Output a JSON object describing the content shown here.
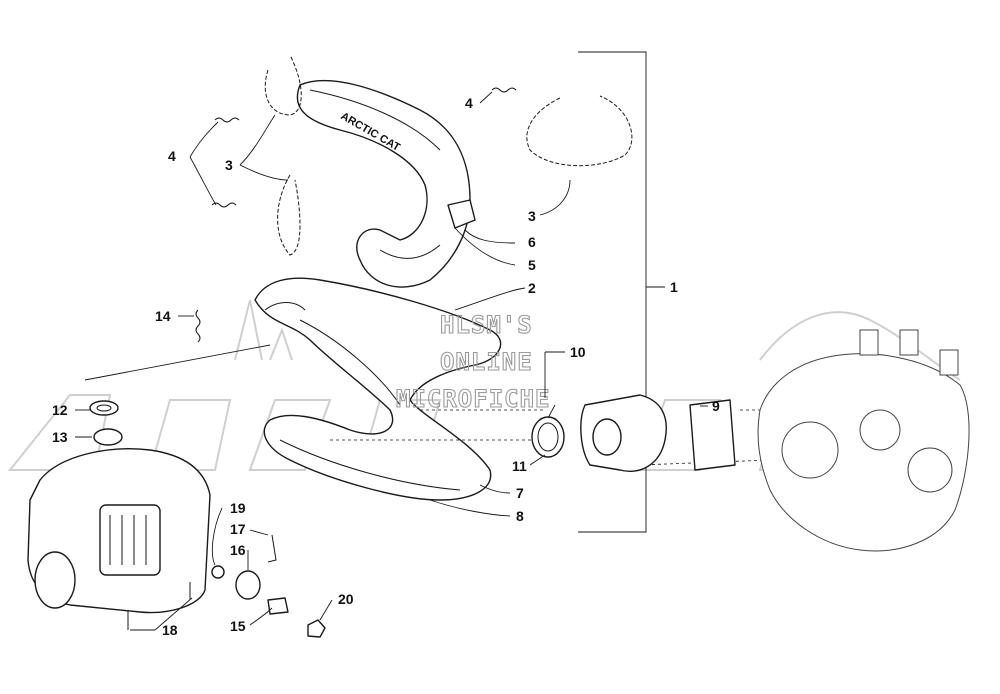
{
  "watermark": {
    "lines": [
      "HLSM'S",
      "ONLINE",
      "MICROFICHE"
    ],
    "background_logo_text": "ArcticCat"
  },
  "colors": {
    "line": "#1a1a1a",
    "watermark": "#9a9a9a",
    "background_logo": "#cfcfcf"
  },
  "callouts": [
    {
      "id": "c1",
      "label": "1"
    },
    {
      "id": "c2",
      "label": "2"
    },
    {
      "id": "c3a",
      "label": "3"
    },
    {
      "id": "c3b",
      "label": "3"
    },
    {
      "id": "c4a",
      "label": "4"
    },
    {
      "id": "c4b",
      "label": "4"
    },
    {
      "id": "c5",
      "label": "5"
    },
    {
      "id": "c6",
      "label": "6"
    },
    {
      "id": "c7",
      "label": "7"
    },
    {
      "id": "c8",
      "label": "8"
    },
    {
      "id": "c9",
      "label": "9"
    },
    {
      "id": "c10",
      "label": "10"
    },
    {
      "id": "c11",
      "label": "11"
    },
    {
      "id": "c12",
      "label": "12"
    },
    {
      "id": "c13",
      "label": "13"
    },
    {
      "id": "c14",
      "label": "14"
    },
    {
      "id": "c15",
      "label": "15"
    },
    {
      "id": "c16",
      "label": "16"
    },
    {
      "id": "c17",
      "label": "17"
    },
    {
      "id": "c18",
      "label": "18"
    },
    {
      "id": "c19",
      "label": "19"
    },
    {
      "id": "c20",
      "label": "20"
    }
  ]
}
